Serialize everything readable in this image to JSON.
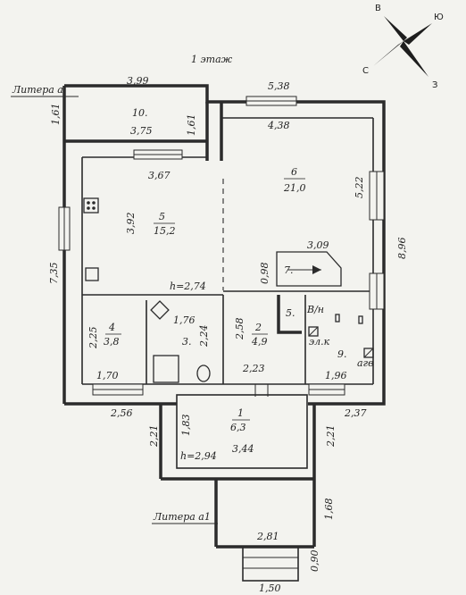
{
  "title": "1 этаж",
  "compass": {
    "n": "В",
    "e": "Ю",
    "s": "З",
    "w": "С"
  },
  "liters": {
    "a": "Литера а",
    "a1": "Литера а1"
  },
  "rooms": {
    "r10": {
      "num": "10.",
      "area": "3,75"
    },
    "r5": {
      "num": "5",
      "area": "15,2"
    },
    "r6": {
      "num": "6",
      "area": "21,0"
    },
    "r4": {
      "num": "4",
      "area": "3,8"
    },
    "r3": {
      "num": "3."
    },
    "r2": {
      "num": "2",
      "area": "4,9"
    },
    "r9": {
      "num": "9."
    },
    "r1": {
      "num": "1",
      "area": "6,3"
    }
  },
  "labels": {
    "h_main": "h=2,74",
    "h_porch": "h=2,94",
    "stair": "7.",
    "mark5": "5.",
    "vn": "В/н",
    "elk": "эл.к",
    "agv": "агв"
  },
  "dims": {
    "d399": "3,99",
    "d538": "5,38",
    "d161a": "1,61",
    "d161b": "1,61",
    "d375": "3,75",
    "d438": "4,38",
    "d367": "3,67",
    "d522": "5,22",
    "d392": "3,92",
    "d735": "7,35",
    "d896": "8,96",
    "d309": "3,09",
    "d098": "0,98",
    "d176": "1,76",
    "d258": "2,58",
    "d225": "2,25",
    "d224": "2,24",
    "d170": "1,70",
    "d223": "2,23",
    "d196": "1,96",
    "d256": "2,56",
    "d237": "2,37",
    "d221a": "2,21",
    "d183": "1,83",
    "d221b": "2,21",
    "d344": "3,44",
    "d168": "1,68",
    "d281": "2,81",
    "d090": "0,90",
    "d150": "1,50"
  }
}
